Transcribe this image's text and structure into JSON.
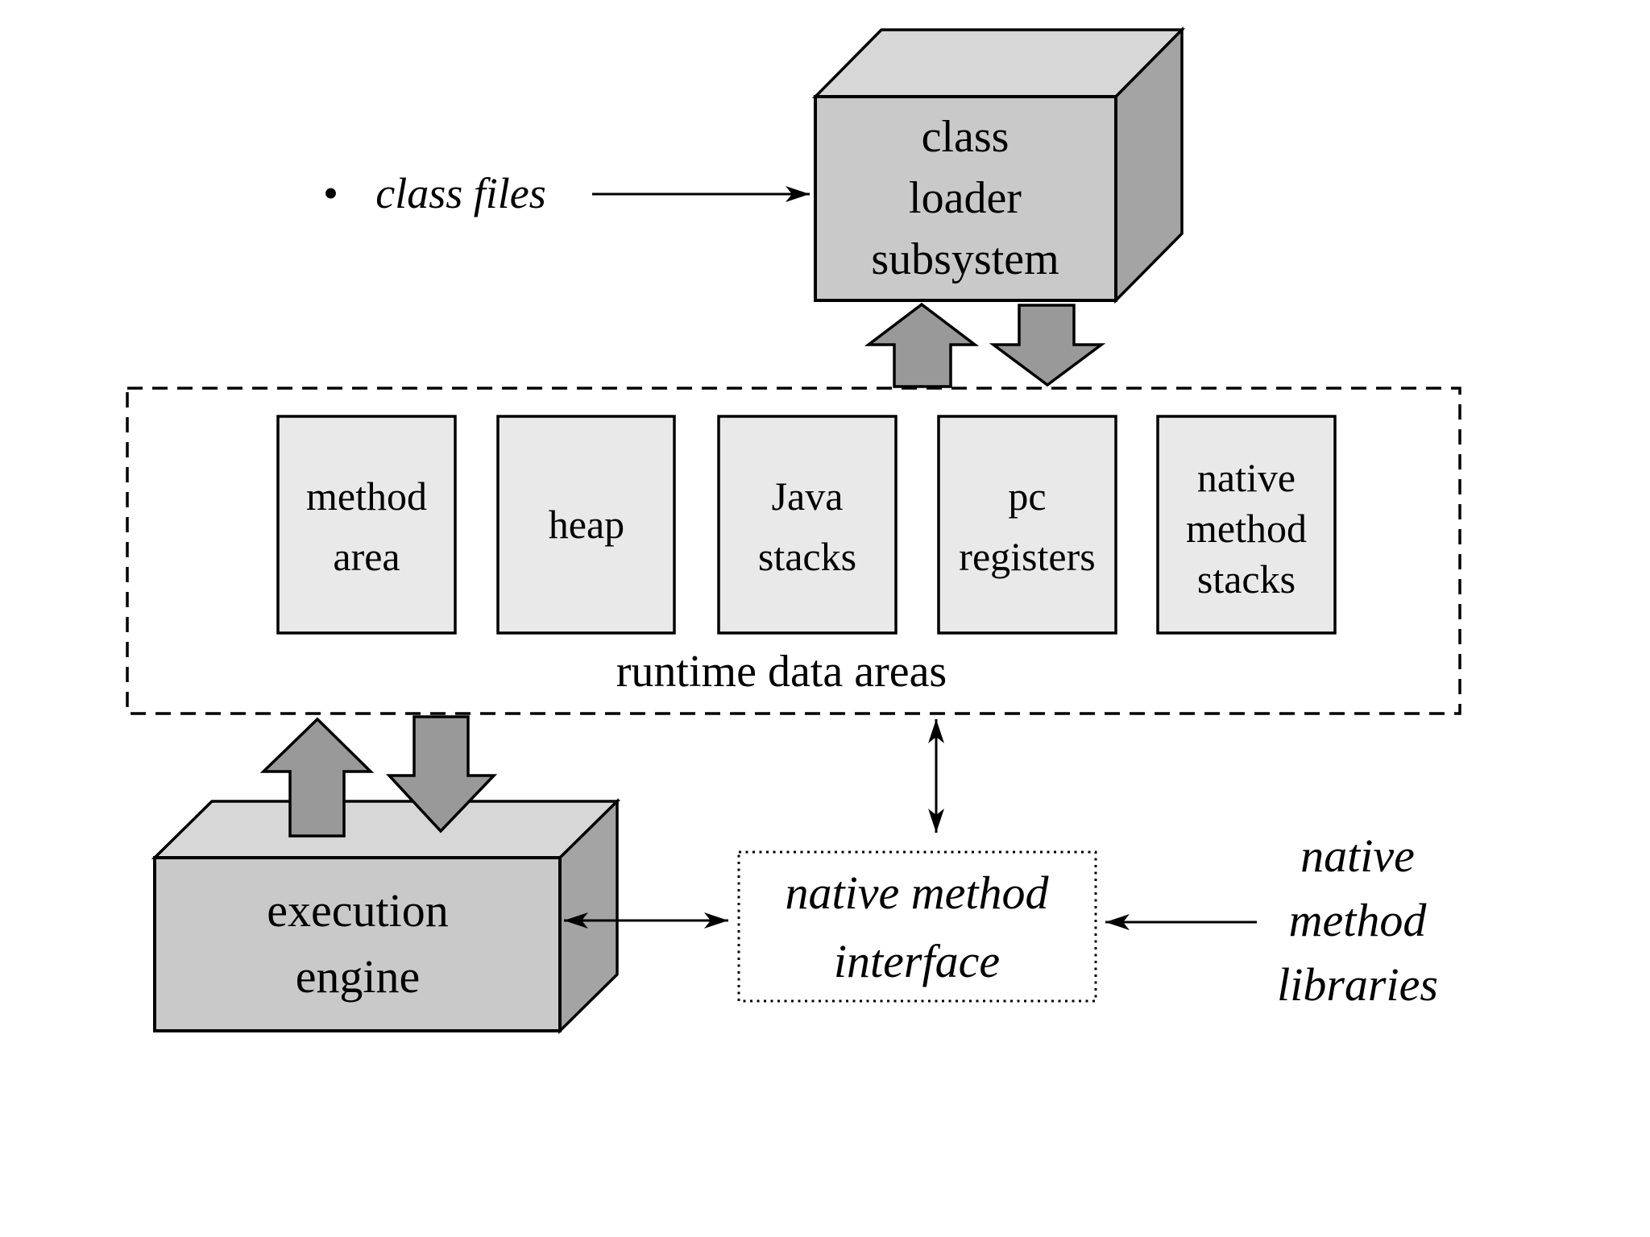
{
  "title": "JVM internal architecture diagram",
  "colors": {
    "background": "#ffffff",
    "box_front": "#c9c9c9",
    "box_top": "#d7d7d7",
    "box_side": "#a4a4a4",
    "inner_box": "#e9e9e9",
    "block_arrow": "#999999",
    "stroke": "#000000"
  },
  "class_files": {
    "bullet": "•",
    "label": "class files"
  },
  "class_loader": {
    "lines": [
      "class",
      "loader",
      "subsystem"
    ]
  },
  "runtime": {
    "label": "runtime data areas",
    "boxes": [
      {
        "lines": [
          "method",
          "area"
        ]
      },
      {
        "lines": [
          "heap"
        ]
      },
      {
        "lines": [
          "Java",
          "stacks"
        ]
      },
      {
        "lines": [
          "pc",
          "registers"
        ]
      },
      {
        "lines": [
          "native",
          "method",
          "stacks"
        ]
      }
    ]
  },
  "execution_engine": {
    "lines": [
      "execution",
      "engine"
    ]
  },
  "native_interface": {
    "lines": [
      "native method",
      "interface"
    ]
  },
  "native_libraries": {
    "lines": [
      "native",
      "method",
      "libraries"
    ]
  }
}
